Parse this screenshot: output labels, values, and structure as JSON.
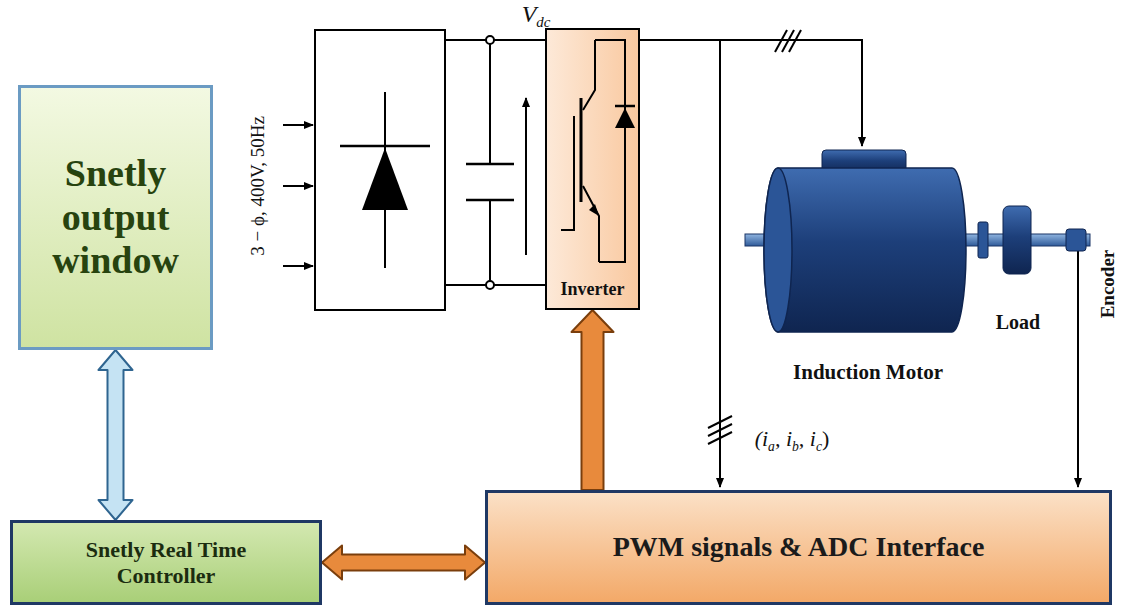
{
  "diagram": {
    "nodes": [
      {
        "text": [
          "Snetly output window"
        ]
      },
      {
        "text": [
          "Inverter"
        ]
      },
      {
        "text": [
          "Snetly Real Time Controller"
        ]
      },
      {
        "text": [
          "PWM signals & ADC Interface"
        ]
      }
    ],
    "edges": [
      {
        "from": 0,
        "to": 2,
        "arrow": "both"
      },
      {
        "from": 2,
        "to": 3,
        "arrow": "both"
      },
      {
        "from": 3,
        "to": 1,
        "arrow": "to"
      }
    ],
    "labels": [
      "3 − ϕ, 400V, 50Hz",
      "V",
      "dc",
      "(i",
      "a",
      ", i",
      "b",
      ", i",
      "c",
      ")",
      "Induction Motor",
      "Load",
      "Encoder"
    ]
  }
}
